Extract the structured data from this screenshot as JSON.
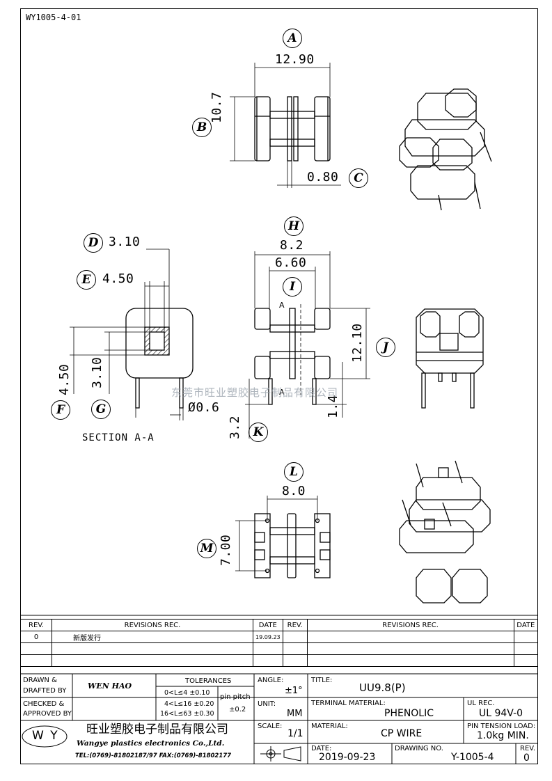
{
  "doc_id": "WY1005-4-01",
  "dimensions": {
    "A": "12.90",
    "B": "10.7",
    "C": "0.80",
    "D": "3.10",
    "E": "4.50",
    "F": "4.50",
    "G": "3.10",
    "H": "8.2",
    "I": "6.60",
    "J": "12.10",
    "K": "3.2",
    "L": "8.0",
    "M": "7.00",
    "pin_dia": "Ø0.6",
    "pin_len": "1.4"
  },
  "labels": [
    "A",
    "B",
    "C",
    "D",
    "E",
    "F",
    "G",
    "H",
    "I",
    "J",
    "K",
    "L",
    "M"
  ],
  "section_label": "SECTION A-A",
  "section_mark": "A",
  "watermark": "东莞市旺业塑胶电子制品有限公司",
  "revisions": {
    "headers": [
      "REV.",
      "REVISIONS   REC.",
      "DATE",
      "REV.",
      "REVISIONS   REC.",
      "DATE"
    ],
    "rows": [
      {
        "rev": "0",
        "rec": "新版发行",
        "date": "19.09.23"
      }
    ]
  },
  "title_block": {
    "drawn_label": "DRAWN &",
    "drafted_label": "DRAFTED BY",
    "drawn_by": "WEN HAO",
    "checked_label": "CHECKED &",
    "approved_label": "APPROVED BY",
    "tolerances_label": "TOLERANCES",
    "tol_1": "0<L≤4   ±0.10",
    "tol_2": "4<L≤16  ±0.20",
    "tol_3": "16<L≤63 ±0.30",
    "pin_pitch_label": "pin pitch",
    "pin_pitch_value": "±0.2",
    "angle_label": "ANGLE:",
    "angle_value": "±1°",
    "unit_label": "UNIT:",
    "unit_value": "MM",
    "scale_label": "SCALE:",
    "scale_value": "1/1",
    "title_label": "TITLE:",
    "title_value": "UU9.8(P)",
    "terminal_label": "TERMINAL MATERIAL:",
    "terminal_value": "PHENOLIC",
    "ul_label": "UL REC.",
    "ul_value": "UL 94V-0",
    "material_label": "MATERIAL:",
    "material_value": "CP WIRE",
    "pin_tension_label": "PIN TENSION LOAD:",
    "pin_tension_value": "1.0kg MIN.",
    "date_label": "DATE:",
    "date_value": "2019-09-23",
    "drawing_no_label": "DRAWING NO.",
    "drawing_no_value": "Y-1005-4",
    "rev_label": "REV.",
    "rev_value": "0",
    "company_logo": "W Y",
    "company_cn": "旺业塑胶电子制品有限公司",
    "company_en": "Wangye plastics electronics Co.,Ltd.",
    "company_contact": "TEL:(0769)-81802187/97   FAX:(0769)-81802177"
  }
}
